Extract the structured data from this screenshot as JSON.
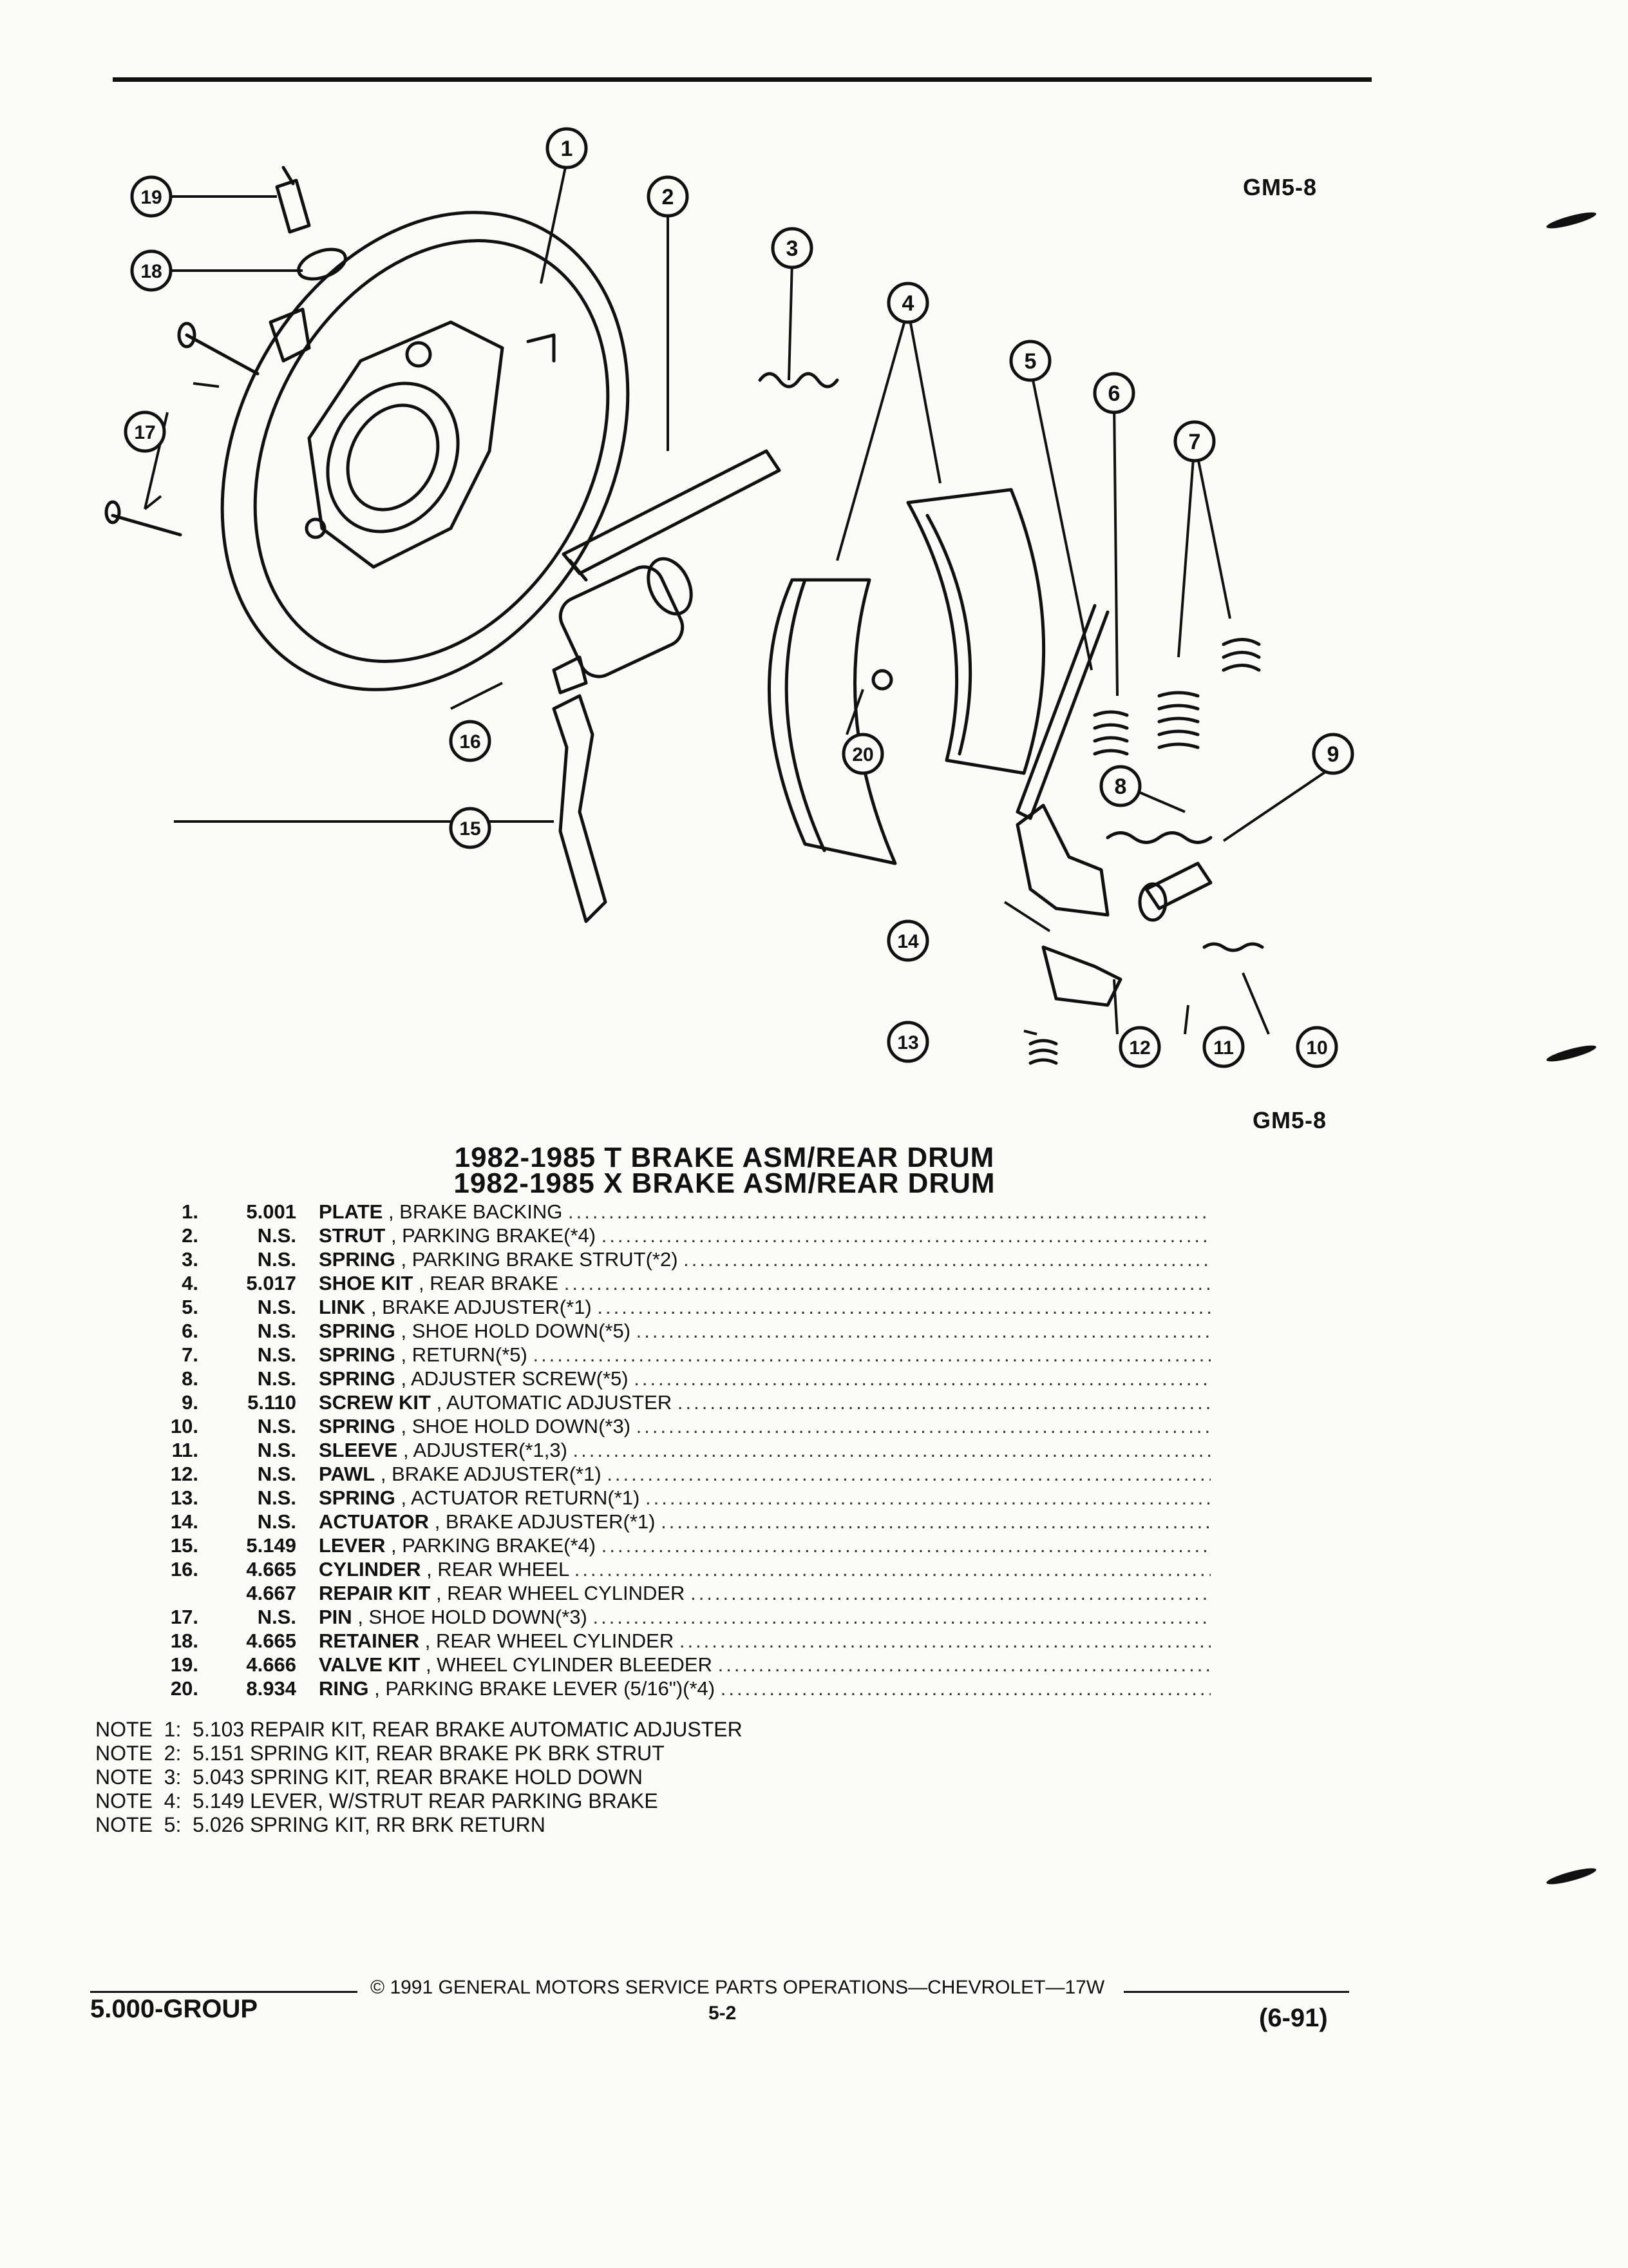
{
  "figure_code": "GM5-8",
  "callouts": [
    "1",
    "2",
    "3",
    "4",
    "5",
    "6",
    "7",
    "8",
    "9",
    "10",
    "11",
    "12",
    "13",
    "14",
    "15",
    "16",
    "17",
    "18",
    "19",
    "20"
  ],
  "titles": [
    "1982-1985 T BRAKE ASM/REAR DRUM",
    "1982-1985 X BRAKE ASM/REAR DRUM"
  ],
  "parts": [
    {
      "num": "1.",
      "code": "5.001",
      "name": "PLATE",
      "desc": ", BRAKE BACKING"
    },
    {
      "num": "2.",
      "code": "N.S.",
      "name": "STRUT",
      "desc": ", PARKING BRAKE(*4)"
    },
    {
      "num": "3.",
      "code": "N.S.",
      "name": "SPRING",
      "desc": ", PARKING BRAKE STRUT(*2)"
    },
    {
      "num": "4.",
      "code": "5.017",
      "name": "SHOE KIT",
      "desc": ", REAR BRAKE"
    },
    {
      "num": "5.",
      "code": "N.S.",
      "name": "LINK",
      "desc": ", BRAKE ADJUSTER(*1)"
    },
    {
      "num": "6.",
      "code": "N.S.",
      "name": "SPRING",
      "desc": ", SHOE HOLD DOWN(*5)"
    },
    {
      "num": "7.",
      "code": "N.S.",
      "name": "SPRING",
      "desc": ", RETURN(*5)"
    },
    {
      "num": "8.",
      "code": "N.S.",
      "name": "SPRING",
      "desc": ", ADJUSTER SCREW(*5)"
    },
    {
      "num": "9.",
      "code": "5.110",
      "name": "SCREW KIT",
      "desc": ", AUTOMATIC ADJUSTER"
    },
    {
      "num": "10.",
      "code": "N.S.",
      "name": "SPRING",
      "desc": ", SHOE HOLD DOWN(*3)"
    },
    {
      "num": "11.",
      "code": "N.S.",
      "name": "SLEEVE",
      "desc": ", ADJUSTER(*1,3)"
    },
    {
      "num": "12.",
      "code": "N.S.",
      "name": "PAWL",
      "desc": ", BRAKE ADJUSTER(*1)"
    },
    {
      "num": "13.",
      "code": "N.S.",
      "name": "SPRING",
      "desc": ", ACTUATOR RETURN(*1)"
    },
    {
      "num": "14.",
      "code": "N.S.",
      "name": "ACTUATOR",
      "desc": ", BRAKE ADJUSTER(*1)"
    },
    {
      "num": "15.",
      "code": "5.149",
      "name": "LEVER",
      "desc": ", PARKING BRAKE(*4)"
    },
    {
      "num": "16.",
      "code": "4.665",
      "name": "CYLINDER",
      "desc": ", REAR WHEEL"
    },
    {
      "num": "",
      "code": "4.667",
      "name": "REPAIR KIT",
      "desc": ", REAR WHEEL CYLINDER"
    },
    {
      "num": "17.",
      "code": "N.S.",
      "name": "PIN",
      "desc": ", SHOE HOLD DOWN(*3)"
    },
    {
      "num": "18.",
      "code": "4.665",
      "name": "RETAINER",
      "desc": ", REAR WHEEL CYLINDER"
    },
    {
      "num": "19.",
      "code": "4.666",
      "name": "VALVE KIT",
      "desc": ", WHEEL CYLINDER BLEEDER"
    },
    {
      "num": "20.",
      "code": "8.934",
      "name": "RING",
      "desc": ", PARKING BRAKE LEVER (5/16\")(*4)"
    }
  ],
  "notes": [
    "NOTE  1:  5.103 REPAIR KIT, REAR BRAKE AUTOMATIC ADJUSTER",
    "NOTE  2:  5.151 SPRING KIT, REAR BRAKE PK BRK STRUT",
    "NOTE  3:  5.043 SPRING KIT, REAR BRAKE HOLD DOWN",
    "NOTE  4:  5.149 LEVER, W/STRUT REAR PARKING BRAKE",
    "NOTE  5:  5.026 SPRING KIT, RR BRK RETURN"
  ],
  "footer": {
    "copyright": "© 1991 GENERAL MOTORS SERVICE PARTS OPERATIONS—CHEVROLET—17W",
    "group": "5.000-GROUP",
    "page": "5-2",
    "date": "(6-91)"
  }
}
